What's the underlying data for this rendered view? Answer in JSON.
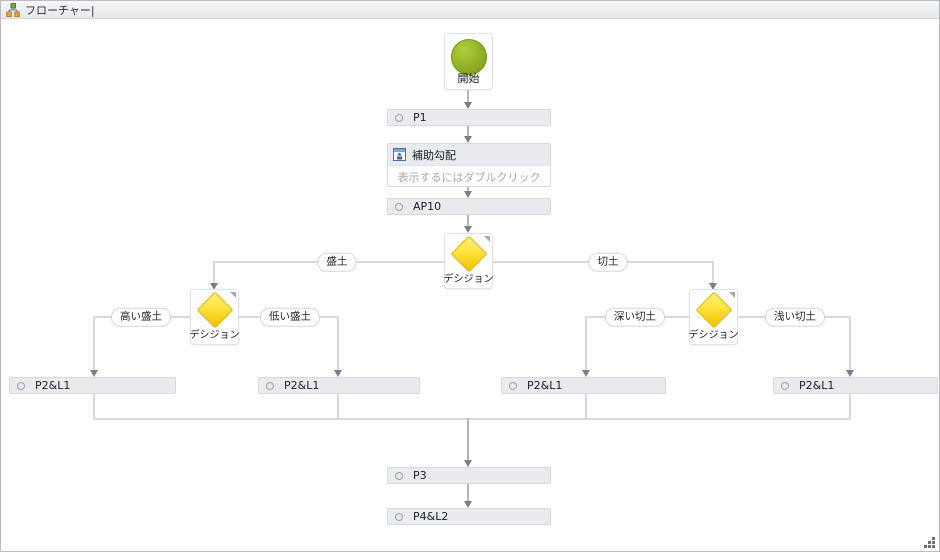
{
  "window": {
    "title": "フローチャー|"
  },
  "colors": {
    "start_node_green": "#8fb026",
    "decision_yellow": "#ffd62e",
    "process_box_bg": "#e9ebee",
    "main_connector": "#b4b7bc",
    "branch_connector": "#d5d8dc",
    "hint_text": "#b5a3a3"
  },
  "nodes": {
    "start": {
      "label": "開始"
    },
    "p1": {
      "label": "P1"
    },
    "aux_gradient": {
      "title": "補助勾配",
      "hint": "表示するにはダブルクリック"
    },
    "ap10": {
      "label": "AP10"
    },
    "decision_main": {
      "label": "デシジョン"
    },
    "decision_left": {
      "label": "デシジョン"
    },
    "decision_right": {
      "label": "デシジョン"
    },
    "p2l1": [
      {
        "label": "P2&L1"
      },
      {
        "label": "P2&L1"
      },
      {
        "label": "P2&L1"
      },
      {
        "label": "P2&L1"
      }
    ],
    "p3": {
      "label": "P3"
    },
    "p4l2": {
      "label": "P4&L2"
    }
  },
  "edge_labels": {
    "fill": "盛土",
    "cut": "切土",
    "high_fill": "高い盛土",
    "low_fill": "低い盛土",
    "deep_cut": "深い切土",
    "shallow_cut": "浅い切土"
  }
}
